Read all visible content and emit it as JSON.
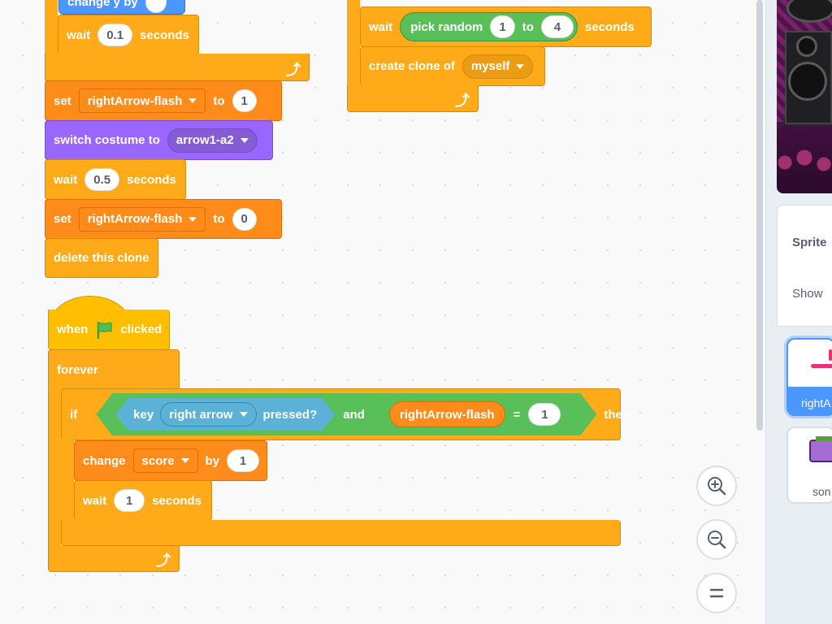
{
  "colors": {
    "control": "#ffab19",
    "variables": "#ff8c1a",
    "looks": "#9966ff",
    "motion": "#4c97ff",
    "events": "#ffbf00",
    "operators": "#59c059",
    "sensing": "#5cb1d6",
    "sprite_selected": "#4c97ff"
  },
  "script1": {
    "top_partial": "change y by",
    "wait1_label": "wait",
    "wait1_value": "0.1",
    "wait1_unit": "seconds",
    "set1_label": "set",
    "set1_var": "rightArrow-flash",
    "set1_to": "to",
    "set1_value": "1",
    "costume_label": "switch costume to",
    "costume_value": "arrow1-a2",
    "wait2_label": "wait",
    "wait2_value": "0.5",
    "wait2_unit": "seconds",
    "set2_label": "set",
    "set2_var": "rightArrow-flash",
    "set2_to": "to",
    "set2_value": "0",
    "delete_label": "delete this clone"
  },
  "script2": {
    "wait_label": "wait",
    "pick_random": "pick random",
    "rand_from": "1",
    "rand_to_word": "to",
    "rand_to": "4",
    "wait_unit": "seconds",
    "create_clone": "create clone of",
    "clone_target": "myself"
  },
  "script3": {
    "when_word": "when",
    "clicked_word": "clicked",
    "forever": "forever",
    "if_word": "if",
    "key_word": "key",
    "key_value": "right arrow",
    "pressed": "pressed?",
    "and_word": "and",
    "var_reporter": "rightArrow-flash",
    "equals": "=",
    "equals_value": "1",
    "then_word": "then",
    "change_word": "change",
    "change_var": "score",
    "by_word": "by",
    "change_value": "1",
    "wait_label": "wait",
    "wait_value": "1",
    "wait_unit": "seconds"
  },
  "zoom_icons": [
    "zoom-in-icon",
    "zoom-out-icon",
    "zoom-reset-icon"
  ],
  "sprite_info": {
    "sprite_label": "Sprite",
    "show_label": "Show"
  },
  "sprites": [
    {
      "name": "rightA",
      "selected": true
    },
    {
      "name": "son",
      "selected": false
    }
  ]
}
